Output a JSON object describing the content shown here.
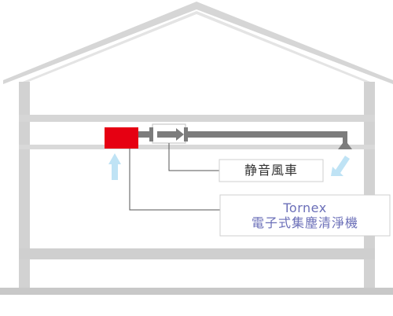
{
  "labels": {
    "fan": "静音風車",
    "cleaner_brand": "Tornex",
    "cleaner_name": "電子式集塵清淨機"
  },
  "colors": {
    "house": "#cfcfcf",
    "house_fill": "#dcdcdc",
    "duct": "#7c7c7c",
    "cleaner_unit": "#e60012",
    "airflow_arrow": "#bfe3f5",
    "leader_line": "#555555",
    "label_text": "#333333",
    "brand_text": "#6b6fb8"
  },
  "icons": {
    "intake_arrow": "arrow-up-icon",
    "outlet_arrow": "arrow-down-left-icon"
  }
}
